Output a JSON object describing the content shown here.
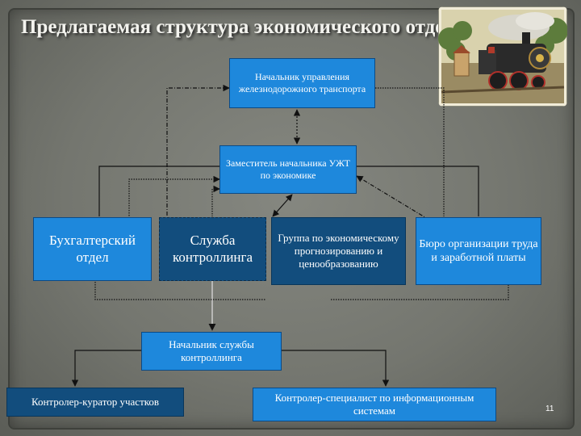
{
  "slide": {
    "title": "Предлагаемая структура экономического отдела",
    "page_number": "11"
  },
  "nodes": {
    "head": "Начальник управления железнодорожного транспорта",
    "deputy": "Заместитель начальника УЖТ по экономике",
    "accounting": "Бухгалтерский отдел",
    "controlling_service": "Служба контроллинга",
    "forecasting_group": "Группа по экономическому прогнозированию и ценообразованию",
    "labor_bureau": "Бюро организации труда и заработной платы",
    "controlling_head": "Начальник службы контроллинга",
    "curator": "Контролер-куратор участков",
    "it_specialist": "Контролер-специалист по информационным системам"
  },
  "colors": {
    "light_box": "#1e88dc",
    "dark_box": "#124d7d",
    "background": "#7b7d76",
    "connector": "#111111"
  }
}
